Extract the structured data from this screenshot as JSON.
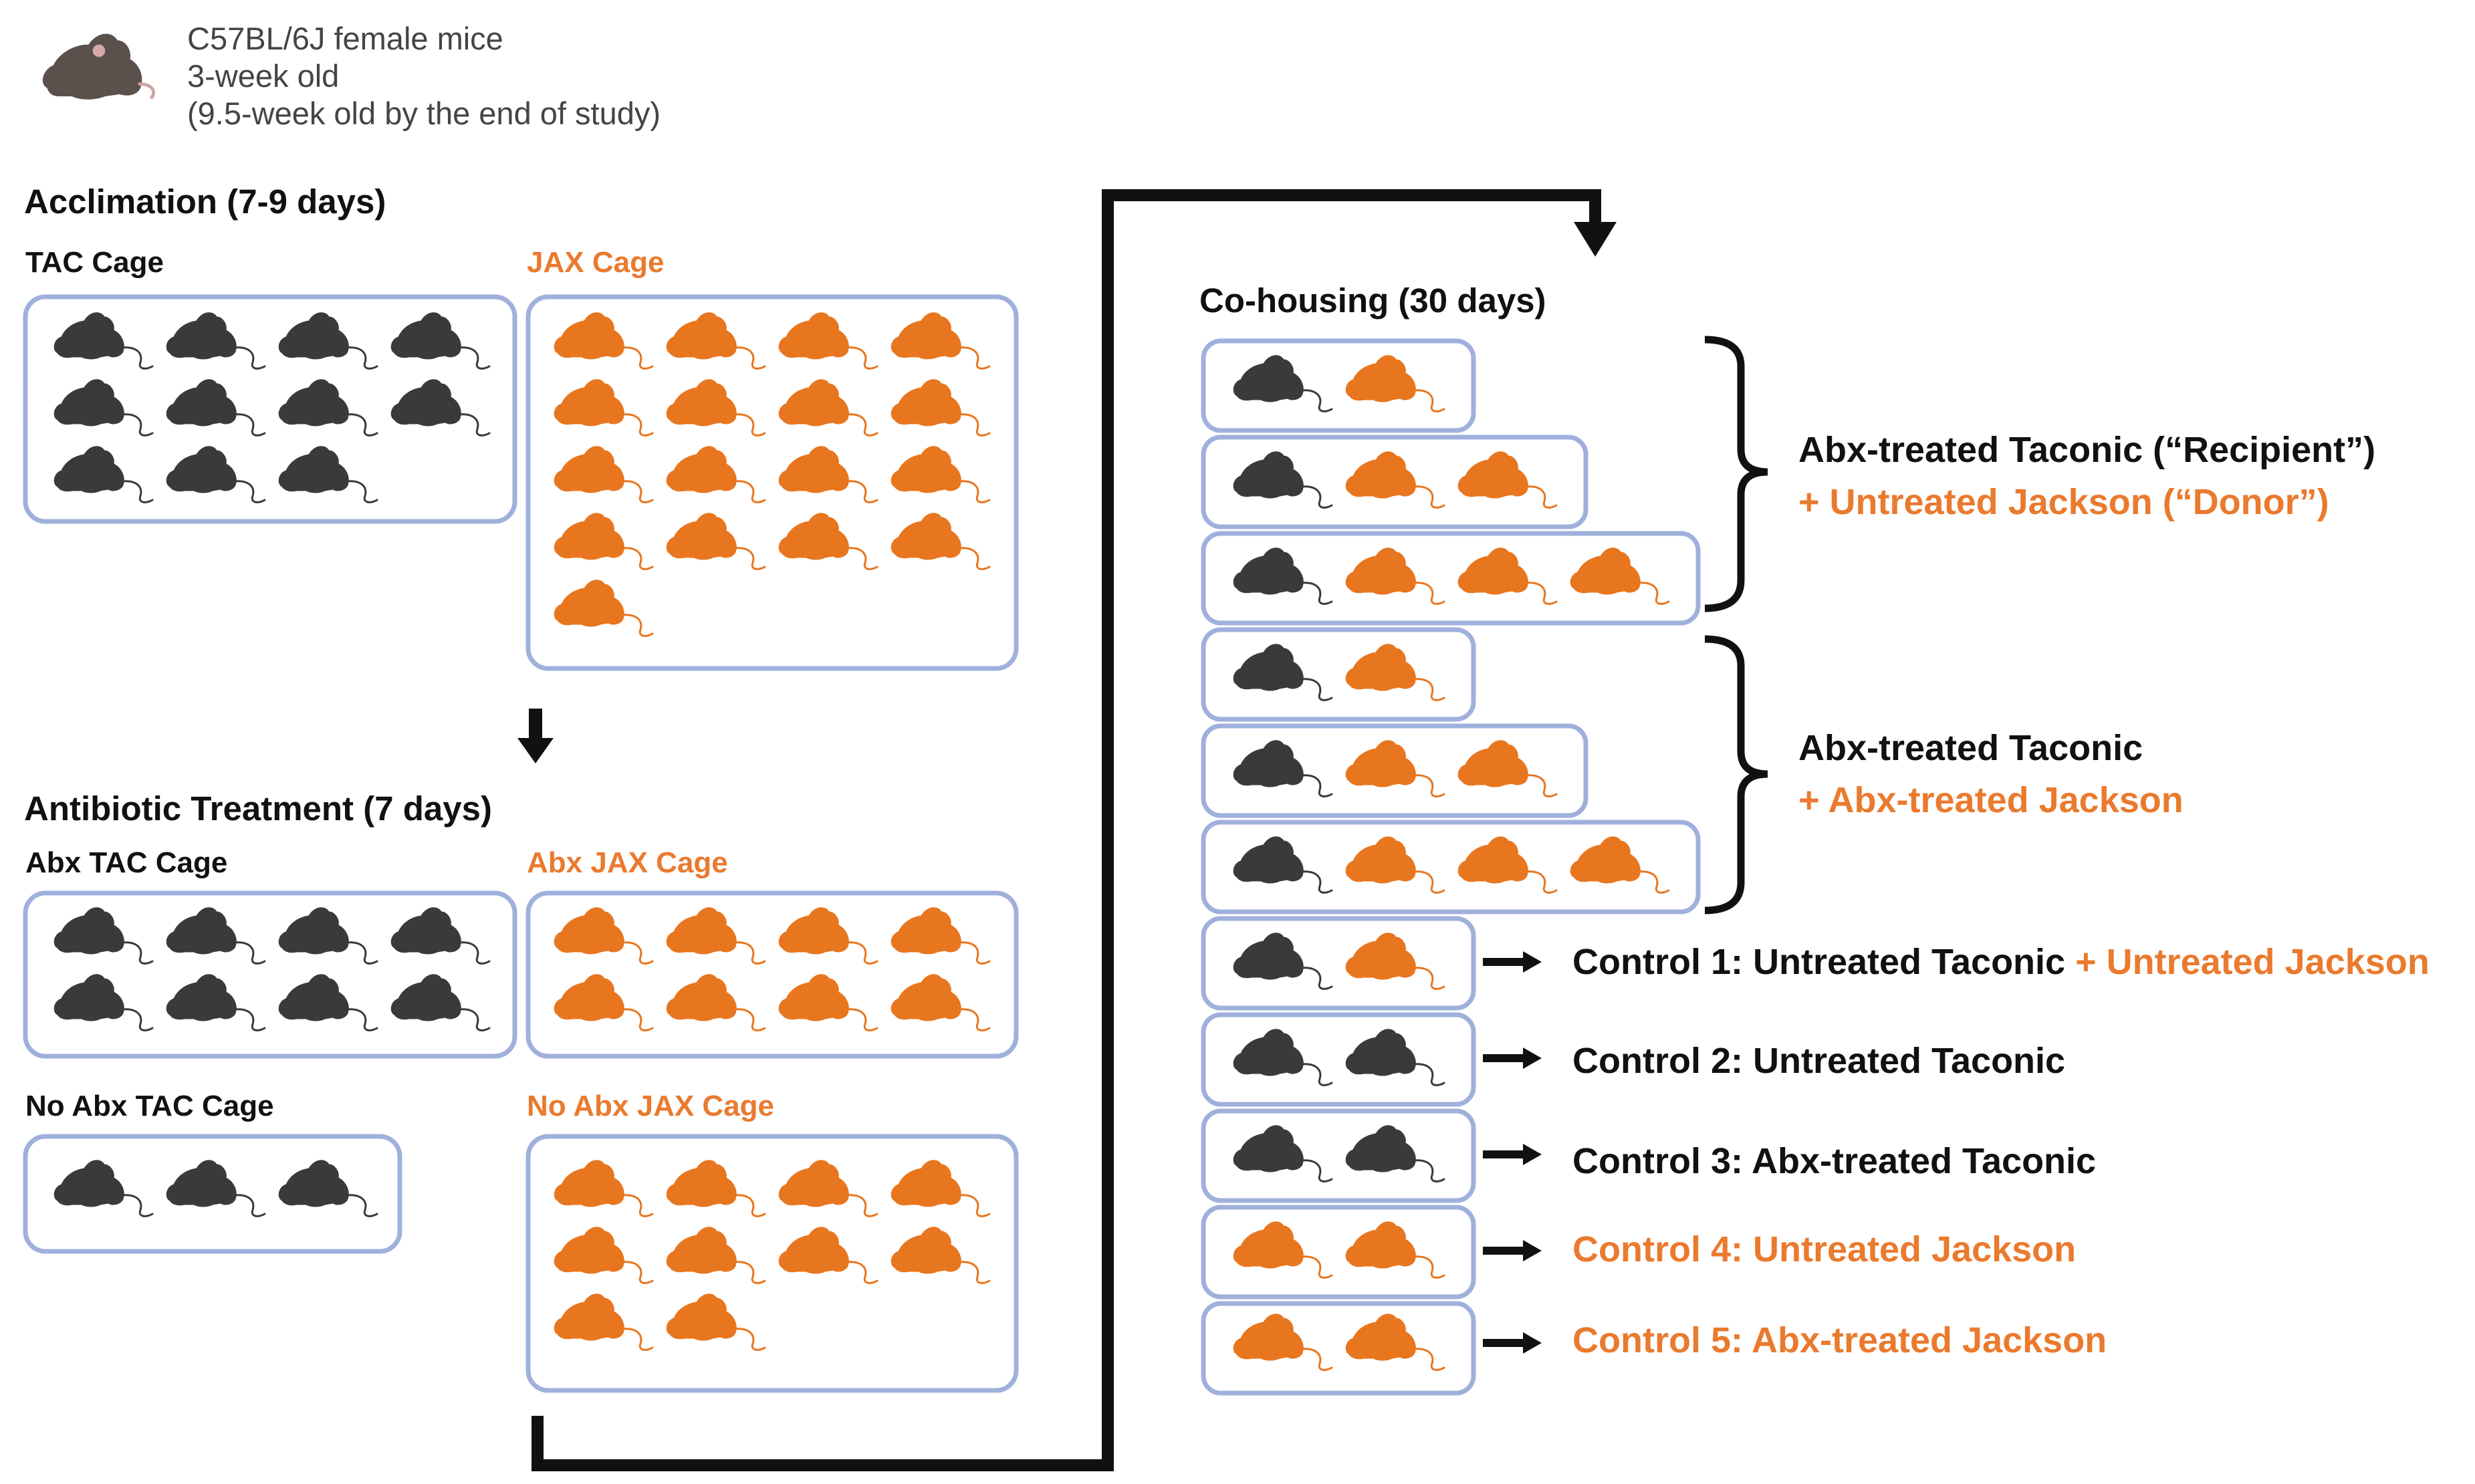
{
  "info": {
    "line1": "C57BL/6J female mice",
    "line2": "3-week old",
    "line3": "(9.5-week old by the end of study)"
  },
  "acclimation": {
    "title": "Acclimation (7-9 days)",
    "tac_label": "TAC Cage",
    "jax_label": "JAX Cage"
  },
  "antibiotic": {
    "title": "Antibiotic Treatment (7 days)",
    "abx_tac_label": "Abx TAC Cage",
    "abx_jax_label": "Abx JAX Cage",
    "noabx_tac_label": "No Abx TAC Cage",
    "noabx_jax_label": "No Abx JAX Cage"
  },
  "cohousing": {
    "title": "Co-housing (30 days)",
    "group1": {
      "black": "Abx-treated Taconic (“Recipient”)",
      "orange": "+ Untreated Jackson (“Donor”)"
    },
    "group2": {
      "black": "Abx-treated Taconic",
      "orange": "+ Abx-treated Jackson"
    },
    "control1": {
      "black": "Control 1: Untreated Taconic",
      "orange": " + Untreated Jackson"
    },
    "control2": "Control 2: Untreated Taconic",
    "control3": "Control 3: Abx-treated Taconic",
    "control4": "Control 4: Untreated Jackson",
    "control5": "Control 5: Abx-treated Jackson"
  },
  "cage_contents": {
    "tac_acclimation": 11,
    "jax_acclimation": 17,
    "abx_tac": 8,
    "abx_jax": 8,
    "noabx_tac": 3,
    "noabx_jax": 10,
    "cohousing_rows": [
      [
        "tac",
        "jax"
      ],
      [
        "tac",
        "jax",
        "jax"
      ],
      [
        "tac",
        "jax",
        "jax",
        "jax"
      ],
      [
        "tac",
        "jax"
      ],
      [
        "tac",
        "jax",
        "jax"
      ],
      [
        "tac",
        "jax",
        "jax",
        "jax"
      ],
      [
        "tac",
        "jax"
      ],
      [
        "tac",
        "tac"
      ],
      [
        "tac",
        "tac"
      ],
      [
        "jax",
        "jax"
      ],
      [
        "jax",
        "jax"
      ]
    ]
  },
  "colors": {
    "taconic_mouse": "#3a3a3a",
    "jackson_mouse": "#e8761f",
    "cage_border": "#9fb0dc",
    "orange_text": "#ea7a2e",
    "arrow": "#111111"
  }
}
